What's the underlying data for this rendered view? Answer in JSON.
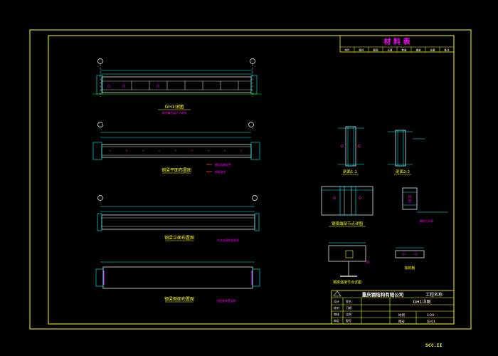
{
  "colors": {
    "background": "#000000",
    "frame": "#ffff00",
    "beam": "#ffffff",
    "dimension": "#00ffff",
    "label": "#ff00ff",
    "highlight": "#00ff00",
    "caption": "#ffff00",
    "red": "#ff4040"
  },
  "material_table": {
    "title": "材 料 表",
    "headers": [
      "构件",
      "编号",
      "截面",
      "长度",
      "数量",
      "重量",
      "总重",
      "备注"
    ]
  },
  "views": {
    "view1": {
      "title": "GH1详图",
      "note": "构件编号及尺寸说明"
    },
    "view2": {
      "title": "钢梁平面布置图",
      "note1": "螺栓连接说明",
      "note2": "焊接说明"
    },
    "view3": {
      "title": "钢梁立面布置图",
      "note": "节点连接构造说明"
    },
    "view4": {
      "title": "钢梁侧面布置图",
      "note": "加劲肋布置说明"
    }
  },
  "sections": {
    "s1": {
      "title": "剖面1-1"
    },
    "s2": {
      "title": "剖面2-2"
    },
    "detail1": {
      "title": "钢梁端部节点详图"
    },
    "detail2": {
      "note": "螺栓孔示意"
    },
    "detail3": {
      "title": "钢梁连接节点详图"
    },
    "detail4": {
      "title": "加劲板"
    }
  },
  "title_block": {
    "company": "重庆钢结构有限公司",
    "project": "工程名称",
    "drawing_title": "GH1详图",
    "rows": [
      {
        "label": "设计",
        "value": "签名"
      },
      {
        "label": "校对",
        "value": "日期"
      },
      {
        "label": "审核",
        "value": "比例"
      },
      {
        "label": "审定",
        "value": "图号"
      }
    ],
    "scale_label": "比例",
    "scale_value": "1:20",
    "drawing_no_label": "图号",
    "drawing_no_value": "GJ-01"
  },
  "corner_text": "SCC.II"
}
